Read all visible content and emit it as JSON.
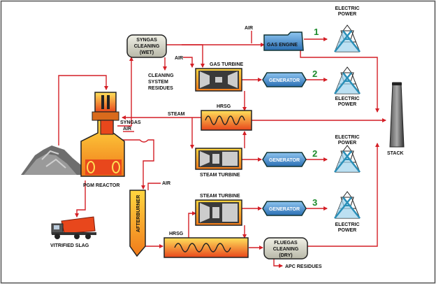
{
  "labels": {
    "syngas_cleaning": [
      "SYNGAS",
      "CLEANING",
      "(WET)"
    ],
    "cleaning_residues": [
      "CLEANING",
      "SYSTEM",
      "RESIDUES"
    ],
    "air_top": "AIR",
    "air_gt": "AIR",
    "air_reactor": "AIR",
    "air_ab": "AIR",
    "gas_engine": "GAS ENGINE",
    "gas_turbine": "GAS TURBINE",
    "generator_1": "GENERATOR",
    "generator_2": "GENERATOR",
    "generator_3": "GENERATOR",
    "hrsg_top": "HRSG",
    "hrsg_bottom": "HRSG",
    "steam": "STEAM",
    "syngas": "SYNGAS",
    "steam_turbine_1": "STEAM TURBINE",
    "steam_turbine_2": "STEAM TURBINE",
    "pgm_reactor": "PGM REACTOR",
    "afterburner": "AFTERBURNER",
    "vitrified_slag": "VITRIFIED SLAG",
    "fluegas_cleaning": [
      "FLUEGAS",
      "CLEANING",
      "(DRY)"
    ],
    "apc_residues": "APC RESIDUES",
    "stack": "STACK",
    "electric_power_1": [
      "ELECTRIC",
      "POWER"
    ],
    "electric_power_2": [
      "ELECTRIC",
      "POWER"
    ],
    "electric_power_3": [
      "ELECTRIC",
      "POWER"
    ],
    "electric_power_4": [
      "ELECTRIC",
      "POWER"
    ]
  },
  "numbers": {
    "n1": "1",
    "n2a": "2",
    "n2b": "2",
    "n3": "3"
  },
  "colors": {
    "flow": "#d41f26",
    "number": "#1a8a2a",
    "tower": "#2a8fb8",
    "blue_box": "#2b6fb3"
  },
  "icons": [
    "waste-pile-icon",
    "dump-truck-icon",
    "transmission-tower-icon",
    "stack-icon"
  ]
}
